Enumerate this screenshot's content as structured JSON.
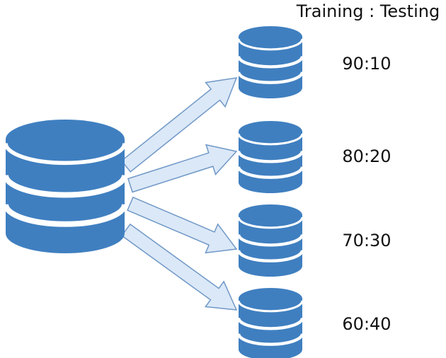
{
  "header": {
    "title": "Training : Testing"
  },
  "colors": {
    "database": "#3f7fc0",
    "database_stripe": "#ffffff",
    "arrow_fill": "#dbe8f7",
    "arrow_stroke": "#6f98c7"
  },
  "source": {
    "icon": "database-icon"
  },
  "splits": [
    {
      "label": "90:10",
      "icon": "database-icon"
    },
    {
      "label": "80:20",
      "icon": "database-icon"
    },
    {
      "label": "70:30",
      "icon": "database-icon"
    },
    {
      "label": "60:40",
      "icon": "database-icon"
    }
  ]
}
